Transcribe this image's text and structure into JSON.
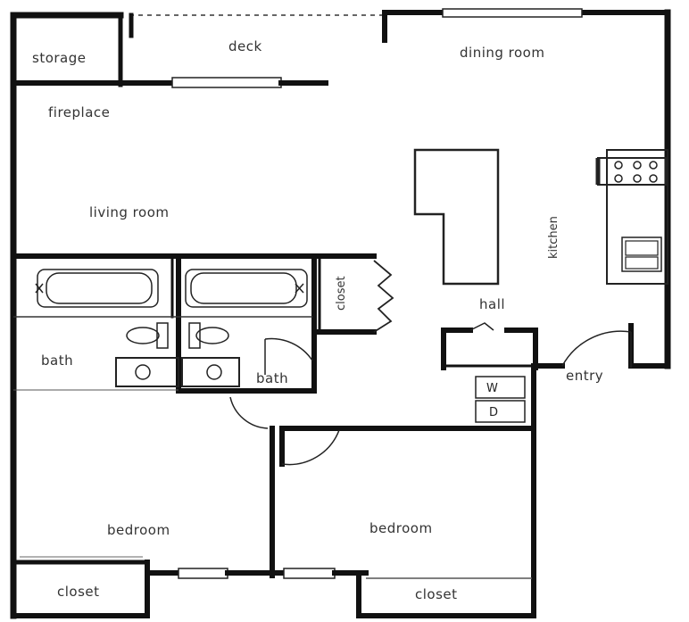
{
  "floorplan": {
    "rooms": {
      "storage": "storage",
      "deck": "deck",
      "dining_room": "dining room",
      "fireplace": "fireplace",
      "living_room": "living room",
      "kitchen": "kitchen",
      "closet_hall": "closet",
      "hall": "hall",
      "bath_left": "bath",
      "bath_right": "bath",
      "entry": "entry",
      "bedroom_left": "bedroom",
      "bedroom_right": "bedroom",
      "closet_left": "closet",
      "closet_right": "closet"
    },
    "laundry": {
      "washer": "W",
      "dryer": "D"
    }
  }
}
